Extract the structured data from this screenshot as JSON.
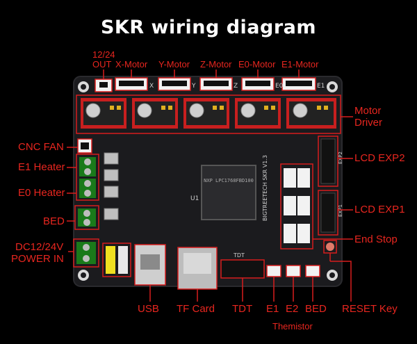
{
  "title": "SKR wiring diagram",
  "labels": {
    "out_top": "12/24",
    "out_bottom": "OUT",
    "x_motor": "X-Motor",
    "y_motor": "Y-Motor",
    "z_motor": "Z-Motor",
    "e0_motor": "E0-Motor",
    "e1_motor": "E1-Motor",
    "motor_driver_1": "Motor",
    "motor_driver_2": "Driver",
    "cnc_fan": "CNC FAN",
    "e1_heater": "E1 Heater",
    "e0_heater": "E0 Heater",
    "bed_left": "BED",
    "dc_power_1": "DC12/24V",
    "dc_power_2": "POWER IN",
    "lcd_exp2": "LCD EXP2",
    "lcd_exp1": "LCD EXP1",
    "end_stop": "End Stop",
    "usb": "USB",
    "tf_card": "TF Card",
    "tdt": "TDT",
    "e1": "E1",
    "e2": "E2",
    "bed_bottom": "BED",
    "reset_key": "RESET Key",
    "themistor": "Themistor"
  },
  "silkscreen": {
    "x": "X",
    "y": "Y",
    "z": "Z",
    "e0": "E0",
    "e1": "E1",
    "exp2": "EXP2",
    "exp1": "EXP1",
    "u1": "U1",
    "board_name": "BIGTREETECH SKR V1.3",
    "chip": "NXP LPC1768FBD100",
    "tdt": "TDT"
  },
  "colors": {
    "label_red": "#e8261f",
    "box_red": "#d81d1d",
    "board": "#1b1b1e",
    "header_red": "#c81f1f"
  }
}
